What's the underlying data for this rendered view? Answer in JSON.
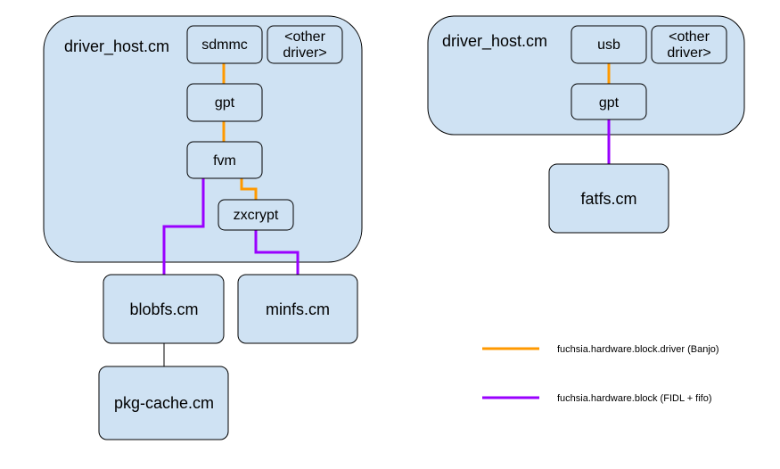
{
  "hosts": {
    "left": {
      "title": "driver_host.cm"
    },
    "right": {
      "title": "driver_host.cm"
    }
  },
  "drivers": {
    "sdmmc": "sdmmc",
    "other_left": [
      "<other",
      "driver>"
    ],
    "gpt_left": "gpt",
    "fvm": "fvm",
    "zxcrypt": "zxcrypt",
    "usb": "usb",
    "other_right": [
      "<other",
      "driver>"
    ],
    "gpt_right": "gpt"
  },
  "components": {
    "blobfs": "blobfs.cm",
    "minfs": "minfs.cm",
    "pkg_cache": "pkg-cache.cm",
    "fatfs": "fatfs.cm"
  },
  "legend": {
    "banjo": "fuchsia.hardware.block.driver (Banjo)",
    "fidl": "fuchsia.hardware.block (FIDL + fifo)"
  },
  "colors": {
    "box_fill": "#cfe2f3",
    "banjo_line": "#ff9900",
    "fidl_line": "#9900ff"
  }
}
